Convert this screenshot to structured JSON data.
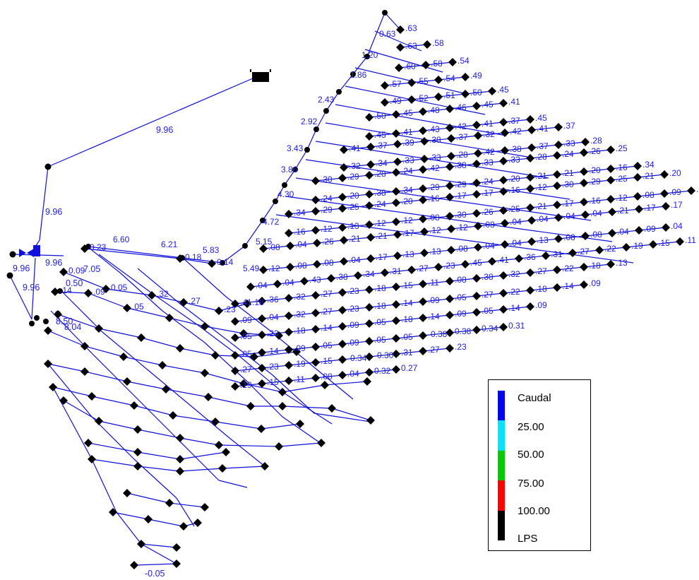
{
  "main_pipe_labels": [
    "9.96",
    "9.96",
    "9.96",
    "9.96",
    "9.96"
  ],
  "upper_pipe_labels": [
    "6.60",
    "6.21",
    "5.83",
    "5.49",
    "5.15",
    "4.72",
    "4.30",
    "3.86",
    "3.43",
    "2.92",
    "2.43",
    "1.86",
    "1.20",
    "0.63"
  ],
  "left_pipe_labels": [
    "8.04",
    "8.50",
    "7.05",
    "0.50",
    "-0.05"
  ],
  "grid_flow_labels": [
    ".63",
    ".63",
    ".58",
    ".60",
    ".58",
    ".54",
    ".57",
    ".55",
    ".54",
    ".49",
    ".49",
    ".52",
    ".51",
    ".50",
    ".45",
    ".50",
    ".45",
    ".48",
    ".46",
    ".45",
    ".41",
    ".45",
    ".41",
    ".43",
    ".42",
    ".41",
    ".37",
    ".45",
    ".41",
    ".37",
    ".39",
    ".38",
    ".37",
    ".32",
    ".42",
    ".41",
    ".37",
    ".32",
    ".34",
    ".33",
    ".33",
    ".28",
    ".42",
    ".38",
    ".37",
    ".33",
    ".28",
    ".30",
    ".29",
    ".28",
    ".24",
    ".42",
    ".38",
    ".33",
    ".33",
    ".28",
    ".24",
    ".26",
    ".25",
    ".24",
    ".20",
    ".38",
    ".34",
    ".29",
    ".29",
    ".24",
    ".20",
    ".21",
    ".21",
    ".20",
    ".16",
    ".34",
    ".34",
    ".29",
    ".25",
    ".24",
    ".20",
    ".16",
    ".17",
    ".17",
    ".16",
    ".12",
    ".30",
    ".29",
    ".25",
    ".21",
    ".20",
    ".16",
    ".12",
    ".13",
    ".12",
    ".12",
    ".08",
    ".30",
    ".26",
    ".25",
    ".21",
    ".17",
    ".16",
    ".12",
    ".08",
    ".09",
    ".08",
    ".08",
    ".04",
    ".26",
    ".21",
    ".21",
    ".17",
    ".12",
    ".12",
    ".08",
    ".04",
    ".04",
    ".04",
    ".04",
    ".21",
    ".17",
    ".17",
    ".12",
    ".08",
    ".08",
    ".04",
    ".17",
    ".13",
    ".13",
    ".08",
    ".04",
    ".04",
    ".13",
    ".08",
    ".08",
    ".04",
    ".09",
    ".04",
    ".04",
    ".04",
    ".43",
    ".38",
    ".34",
    ".31",
    ".27",
    ".23",
    ".45",
    ".41",
    ".36",
    ".31",
    ".27",
    ".22",
    ".19",
    ".15",
    ".11",
    ".41",
    ".36",
    ".32",
    ".27",
    ".23",
    ".18",
    ".15",
    ".11",
    ".08",
    ".38",
    ".32",
    ".27",
    ".22",
    ".18",
    ".13",
    ".09",
    ".04",
    ".32",
    ".27",
    ".23",
    ".18",
    ".14",
    ".09",
    ".05",
    ".27",
    ".22",
    ".18",
    ".14",
    ".09",
    ".05",
    ".23",
    ".18",
    ".14",
    ".09",
    ".05",
    ".18",
    ".14",
    ".09",
    ".05",
    ".14",
    ".09",
    ".05",
    ".14",
    ".09",
    ".05",
    ".09",
    ".05",
    ".05",
    "-0.38",
    "0.38",
    "0.34",
    "0.31",
    ".27",
    ".23",
    ".19",
    ".15",
    "-0.34",
    "-0.30",
    ".31",
    ".27",
    ".23",
    ".19",
    ".15",
    ".11",
    ".08",
    ".04",
    "0.32",
    "0.27",
    "0.23",
    "0.18",
    "0.14",
    "0.09",
    "0.05",
    ".32",
    ".27",
    ".23",
    ".18",
    ".14",
    ".09",
    ".05"
  ],
  "legend": {
    "title": "Caudal",
    "thresholds": [
      "25.00",
      "50.00",
      "75.00",
      "100.00"
    ],
    "units": "LPS",
    "colors": [
      "#0000ff",
      "#00e5ff",
      "#00cc00",
      "#ff0000",
      "#000000"
    ]
  }
}
